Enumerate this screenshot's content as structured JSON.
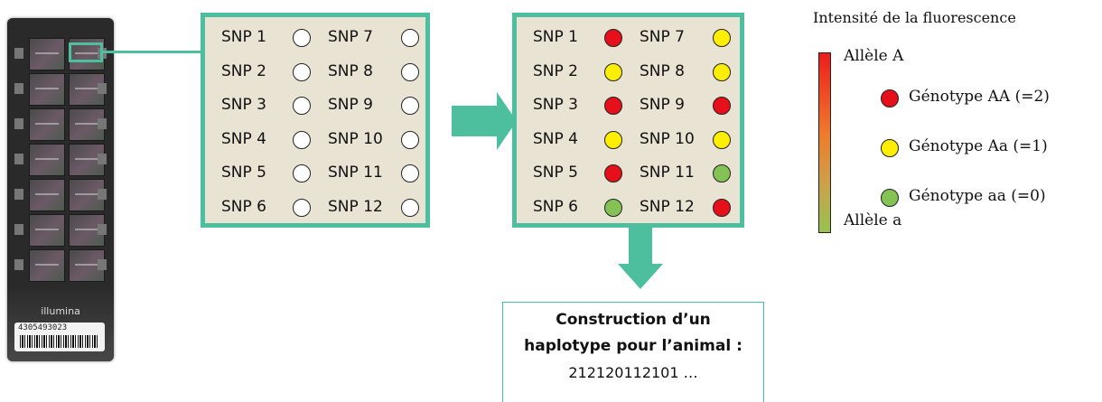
{
  "chip": {
    "brand": "illumina",
    "serial": "4305493023"
  },
  "panel_before": {
    "rows": [
      {
        "left": "SNP 1",
        "right": "SNP 7"
      },
      {
        "left": "SNP 2",
        "right": "SNP 8"
      },
      {
        "left": "SNP 3",
        "right": "SNP 9"
      },
      {
        "left": "SNP 4",
        "right": "SNP 10"
      },
      {
        "left": "SNP 5",
        "right": "SNP 11"
      },
      {
        "left": "SNP 6",
        "right": "SNP 12"
      }
    ],
    "dot_color": "#ffffff"
  },
  "panel_after": {
    "rows": [
      {
        "left": "SNP 1",
        "right": "SNP 7",
        "left_genotype": "AA",
        "right_genotype": "Aa"
      },
      {
        "left": "SNP 2",
        "right": "SNP 8",
        "left_genotype": "Aa",
        "right_genotype": "Aa"
      },
      {
        "left": "SNP 3",
        "right": "SNP 9",
        "left_genotype": "AA",
        "right_genotype": "AA"
      },
      {
        "left": "SNP 4",
        "right": "SNP 10",
        "left_genotype": "Aa",
        "right_genotype": "Aa"
      },
      {
        "left": "SNP 5",
        "right": "SNP 11",
        "left_genotype": "AA",
        "right_genotype": "aa"
      },
      {
        "left": "SNP 6",
        "right": "SNP 12",
        "left_genotype": "aa",
        "right_genotype": "AA"
      }
    ]
  },
  "result": {
    "line1": "Construction d’un",
    "line2": "haplotype pour l’animal :",
    "line3": "212120112101 …"
  },
  "legend": {
    "title": "Intensité de la fluorescence",
    "allele_top": "Allèle A",
    "allele_bottom": "Allèle a",
    "items": [
      {
        "label": "Génotype AA (=2)",
        "genotype": "AA",
        "color": "#e5101a"
      },
      {
        "label": "Génotype Aa (=1)",
        "genotype": "Aa",
        "color": "#ffee00"
      },
      {
        "label": "Génotype aa (=0)",
        "genotype": "aa",
        "color": "#84c255"
      }
    ]
  },
  "colors": {
    "accent": "#4dbf9f",
    "panel_bg": "#e8e3d3",
    "AA": "#e5101a",
    "Aa": "#ffee00",
    "aa": "#84c255"
  }
}
